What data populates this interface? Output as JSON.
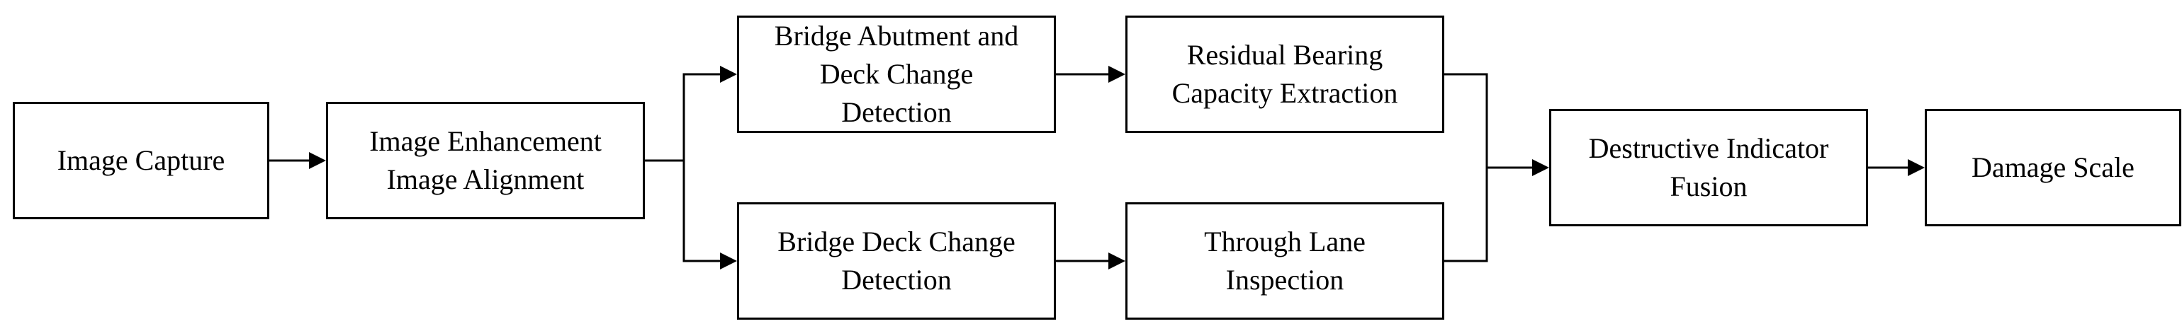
{
  "nodes": {
    "image_capture": "Image Capture",
    "image_enhancement": "Image Enhancement\nImage Alignment",
    "abutment_deck_detection": "Bridge Abutment and\nDeck Change\nDetection",
    "deck_change_detection": "Bridge Deck Change\nDetection",
    "residual_bearing": "Residual Bearing\nCapacity Extraction",
    "through_lane": "Through Lane\nInspection",
    "indicator_fusion": "Destructive Indicator\nFusion",
    "damage_scale": "Damage Scale"
  },
  "colors": {
    "stroke": "#000000",
    "background": "#ffffff"
  }
}
